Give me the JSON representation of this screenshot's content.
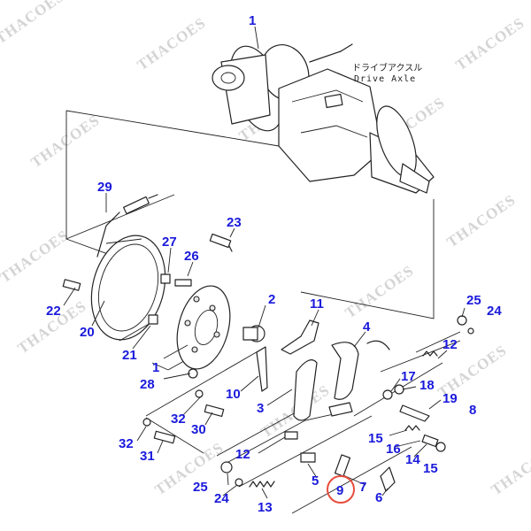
{
  "diagram": {
    "label_jp": "ドライブアクスル",
    "label_en": "Drive Axle",
    "watermark": "THACOES",
    "highlight_color": "#e84d3c",
    "callout_color": "#1a1adc",
    "callouts": [
      {
        "id": "c1a",
        "text": "1"
      },
      {
        "id": "c29",
        "text": "29"
      },
      {
        "id": "c23",
        "text": "23"
      },
      {
        "id": "c27",
        "text": "27"
      },
      {
        "id": "c26",
        "text": "26"
      },
      {
        "id": "c22",
        "text": "22"
      },
      {
        "id": "c20",
        "text": "20"
      },
      {
        "id": "c2",
        "text": "2"
      },
      {
        "id": "c21",
        "text": "21"
      },
      {
        "id": "c1b",
        "text": "1"
      },
      {
        "id": "c28",
        "text": "28"
      },
      {
        "id": "c11",
        "text": "11"
      },
      {
        "id": "c4",
        "text": "4"
      },
      {
        "id": "c25a",
        "text": "25"
      },
      {
        "id": "c24a",
        "text": "24"
      },
      {
        "id": "c12a",
        "text": "12"
      },
      {
        "id": "c10",
        "text": "10"
      },
      {
        "id": "c3",
        "text": "3"
      },
      {
        "id": "c17",
        "text": "17"
      },
      {
        "id": "c18",
        "text": "18"
      },
      {
        "id": "c19",
        "text": "19"
      },
      {
        "id": "c8",
        "text": "8"
      },
      {
        "id": "c32a",
        "text": "32"
      },
      {
        "id": "c30",
        "text": "30"
      },
      {
        "id": "c32b",
        "text": "32"
      },
      {
        "id": "c31",
        "text": "31"
      },
      {
        "id": "c15a",
        "text": "15"
      },
      {
        "id": "c16",
        "text": "16"
      },
      {
        "id": "c14",
        "text": "14"
      },
      {
        "id": "c15b",
        "text": "15"
      },
      {
        "id": "c12b",
        "text": "12"
      },
      {
        "id": "c5",
        "text": "5"
      },
      {
        "id": "c7",
        "text": "7"
      },
      {
        "id": "c25b",
        "text": "25"
      },
      {
        "id": "c24b",
        "text": "24"
      },
      {
        "id": "c9",
        "text": "9"
      },
      {
        "id": "c6",
        "text": "6"
      },
      {
        "id": "c13",
        "text": "13"
      }
    ]
  }
}
